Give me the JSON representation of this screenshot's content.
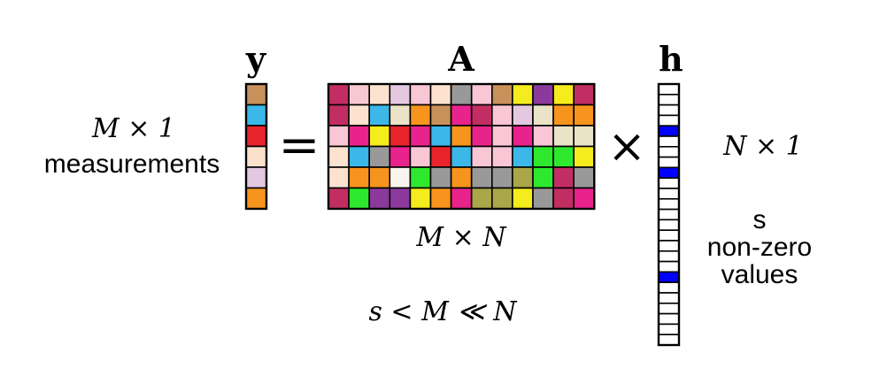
{
  "labels": {
    "y_symbol": "y",
    "A_symbol": "A",
    "h_symbol": "h",
    "y_dims": "M × 1",
    "y_caption": "measurements",
    "equals": "=",
    "times": "×",
    "A_dims": "M × N",
    "inequality": "s < M ≪ N",
    "h_dims": "N × 1",
    "h_caption_line1": "s",
    "h_caption_line2": "non-zero",
    "h_caption_line3": "values"
  },
  "y_vector": {
    "colors": [
      "#c8905a",
      "#3bb7e8",
      "#e8232c",
      "#fbe1cc",
      "#e3c8e0",
      "#f7941d"
    ]
  },
  "A_matrix": {
    "rows": [
      [
        "#c22e63",
        "#f7c8d0",
        "#fde3cf",
        "#e3c8e0",
        "#f9c6d5",
        "#fde3cf",
        "#999999",
        "#f9c6d5",
        "#c8905a",
        "#f4ec1c",
        "#8b3a9c",
        "#f4ec1c",
        "#c22e63"
      ],
      [
        "#c22e63",
        "#fde3cf",
        "#3bb7e8",
        "#ebe3c8",
        "#f7941d",
        "#c8905a",
        "#e8238c",
        "#c22e63",
        "#f9c6d5",
        "#e3c8e0",
        "#ebe3c8",
        "#f7941d",
        "#f7941d"
      ],
      [
        "#f9c6d5",
        "#e8238c",
        "#f4ec1c",
        "#e8232c",
        "#e8238c",
        "#3bb7e8",
        "#f7941d",
        "#e8238c",
        "#f9c6d5",
        "#e8238c",
        "#f9c6d5",
        "#ebe3c8",
        "#ebe3c8"
      ],
      [
        "#fde3cf",
        "#3bb7e8",
        "#999999",
        "#e8238c",
        "#f9c6d5",
        "#e8232c",
        "#3bb7e8",
        "#f9c6d5",
        "#f9c6d5",
        "#3bb7e8",
        "#2ee82e",
        "#2ee82e",
        "#f4ec1c"
      ],
      [
        "#fde3cf",
        "#f7941d",
        "#f7941d",
        "#fbf4ec",
        "#2ee82e",
        "#999999",
        "#f7941d",
        "#999999",
        "#999999",
        "#aaa64a",
        "#2ee82e",
        "#c22e63",
        "#999999"
      ],
      [
        "#c22e63",
        "#2ee82e",
        "#8b3a9c",
        "#8b3a9c",
        "#f4ec1c",
        "#f7941d",
        "#e8238c",
        "#aaa64a",
        "#aaa64a",
        "#f4ec1c",
        "#999999",
        "#c22e63",
        "#e8238c"
      ]
    ]
  },
  "h_vector": {
    "length": 25,
    "nonzero_indices": [
      4,
      8,
      18
    ],
    "nonzero_color": "#0000ff",
    "zero_color": "#ffffff"
  }
}
